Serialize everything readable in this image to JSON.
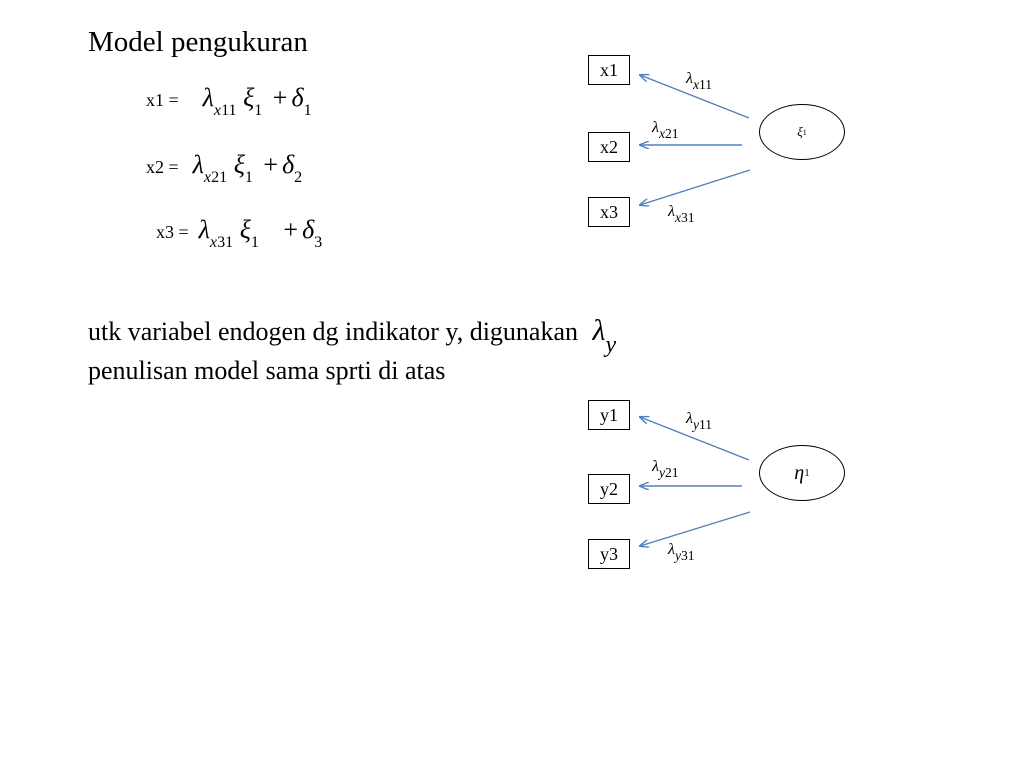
{
  "heading": "Model pengukuran",
  "equations": [
    {
      "label": "x1 =",
      "lambda": "λ",
      "lambda_sub_letter": "x",
      "lambda_sub_num": "11",
      "xi": "ξ",
      "xi_sub": "1",
      "plus": "+",
      "delta": "δ",
      "delta_sub": "1"
    },
    {
      "label": "x2 =",
      "lambda": "λ",
      "lambda_sub_letter": "x",
      "lambda_sub_num": "21",
      "xi": "ξ",
      "xi_sub": "1",
      "plus": "+",
      "delta": "δ",
      "delta_sub": "2"
    },
    {
      "label": "x3 =",
      "lambda": "λ",
      "lambda_sub_letter": "x",
      "lambda_sub_num": "31",
      "xi": "ξ",
      "xi_sub": "1",
      "plus": "+",
      "delta": "δ",
      "delta_sub": "3"
    }
  ],
  "paragraph": {
    "line1": "utk variabel endogen dg indikator y, digunakan",
    "line1_symbol": "λ",
    "line1_symbol_sub": "y",
    "line2": "penulisan model sama sprti di atas"
  },
  "diagram_x": {
    "boxes": [
      "x1",
      "x2",
      "x3"
    ],
    "latent_symbol": "ξ",
    "latent_sub": "1",
    "loadings": [
      {
        "greek": "λ",
        "sub_letter": "x",
        "sub_num": "11"
      },
      {
        "greek": "λ",
        "sub_letter": "x",
        "sub_num": "21"
      },
      {
        "greek": "λ",
        "sub_letter": "x",
        "sub_num": "31"
      }
    ],
    "arrow_color": "#4f81bd"
  },
  "diagram_y": {
    "boxes": [
      "y1",
      "y2",
      "y3"
    ],
    "latent_symbol": "η",
    "latent_sub": "1",
    "loadings": [
      {
        "greek": "λ",
        "sub_letter": "y",
        "sub_num": "11"
      },
      {
        "greek": "λ",
        "sub_letter": "y",
        "sub_num": "21"
      },
      {
        "greek": "λ",
        "sub_letter": "y",
        "sub_num": "31"
      }
    ],
    "arrow_color": "#4f81bd"
  }
}
